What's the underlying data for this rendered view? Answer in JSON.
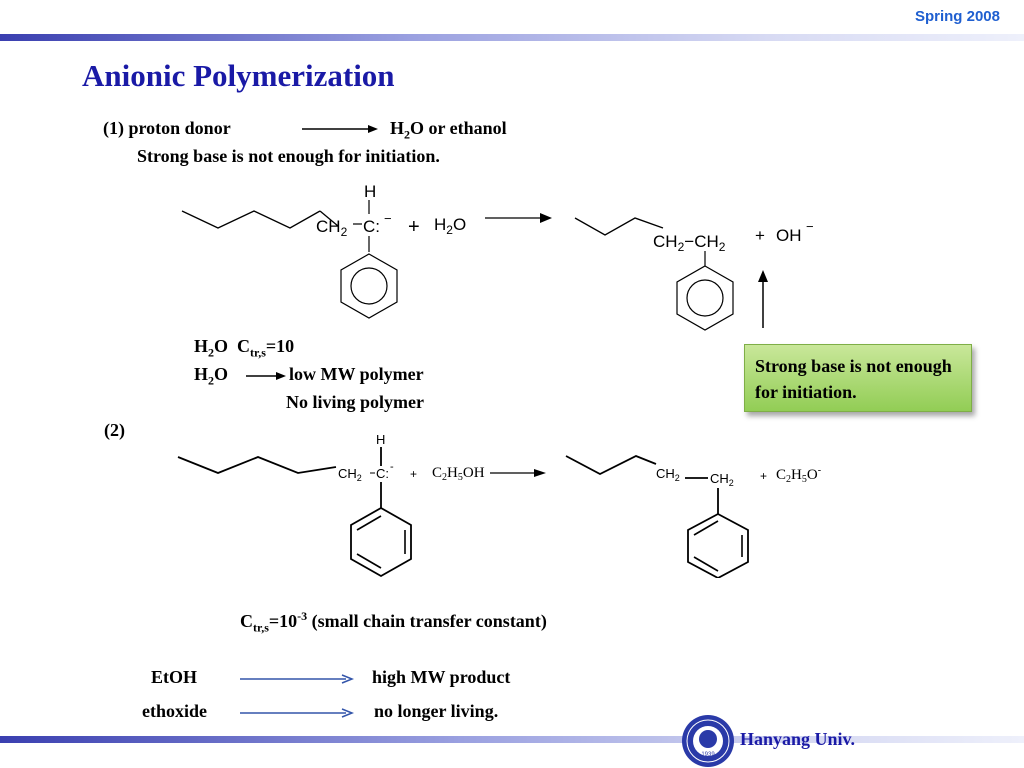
{
  "header": {
    "season": "Spring 2008",
    "title": "Anionic Polymerization"
  },
  "item1": {
    "label": "(1)  proton donor",
    "result_h": "H",
    "result_sub": "2",
    "result_rest": "O or ethanol",
    "note": "Strong base is not enough for initiation."
  },
  "scheme1": {
    "h_top": "H",
    "ch2": "CH",
    "sub2": "2",
    "carbanion": "C:",
    "charge": "−",
    "plus": "+",
    "water_h": "H",
    "water_o": "O",
    "product_ch": "CH",
    "product_sub": "2",
    "product_dash": "−",
    "product_ch_b": "CH",
    "product_sub_b": "2",
    "plus2": "+",
    "oh": "OH",
    "oh_charge": "−"
  },
  "notes_mid": {
    "ctr_h": "H",
    "ctr_sub": "2",
    "ctr_o": "O",
    "ctr_c": "C",
    "ctr_subscript": "tr,s",
    "ctr_value": "=10",
    "line2_h": "H",
    "line2_sub": "2",
    "line2_o": "O",
    "line2_result": "low MW polymer",
    "line3": "No living polymer"
  },
  "callout": {
    "text": "Strong base is not enough for initiation."
  },
  "item2": {
    "label": "(2)"
  },
  "scheme2": {
    "h_top": "H",
    "ch2": "CH",
    "sub2": "2",
    "carbanion": "C:",
    "charge": "-",
    "plus": "+",
    "ethanol": "C",
    "eth_sub2": "2",
    "eth_h": "H",
    "eth_sub5": "5",
    "eth_oh": "OH",
    "prod_ch": "CH",
    "prod_sub": "2",
    "prod_ch_b": "CH",
    "prod_sub_b": "2",
    "plus2": "+",
    "ethoxide": "C",
    "etx_sub2": "2",
    "etx_h": "H",
    "etx_sub5": "5",
    "etx_o": "O",
    "etx_charge": "-"
  },
  "ctr2": {
    "c": "C",
    "sub": "tr,s",
    "eq": "=10",
    "exp": "-3",
    "desc": "(small chain transfer constant)"
  },
  "rows": [
    {
      "left": "EtOH",
      "right": "high MW product"
    },
    {
      "left": "ethoxide",
      "right": "no longer living."
    }
  ],
  "footer": {
    "university": "Hanyang Univ.",
    "seal_text": "1939"
  }
}
